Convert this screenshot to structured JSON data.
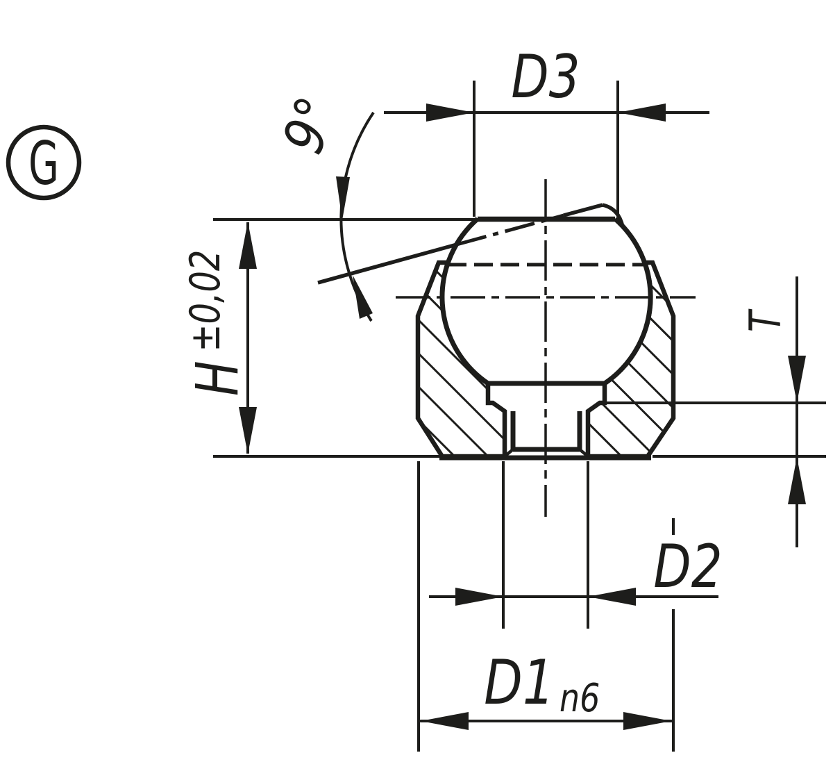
{
  "drawing": {
    "type": "technical-section-drawing",
    "description": "Sectional view of a self-aligning ball element: flattened ball seated in a hatched socket body with threaded hole",
    "view_label": "G",
    "colors": {
      "line": "#1d1d1b",
      "background": "#ffffff"
    },
    "labels": {
      "flat_diameter": "D3",
      "tilt_angle": "9°",
      "height": "H",
      "height_tolerance": "±0,02",
      "depth": "T",
      "hole_diameter": "D2",
      "body_diameter": "D1",
      "body_diameter_fit": "n6"
    }
  }
}
